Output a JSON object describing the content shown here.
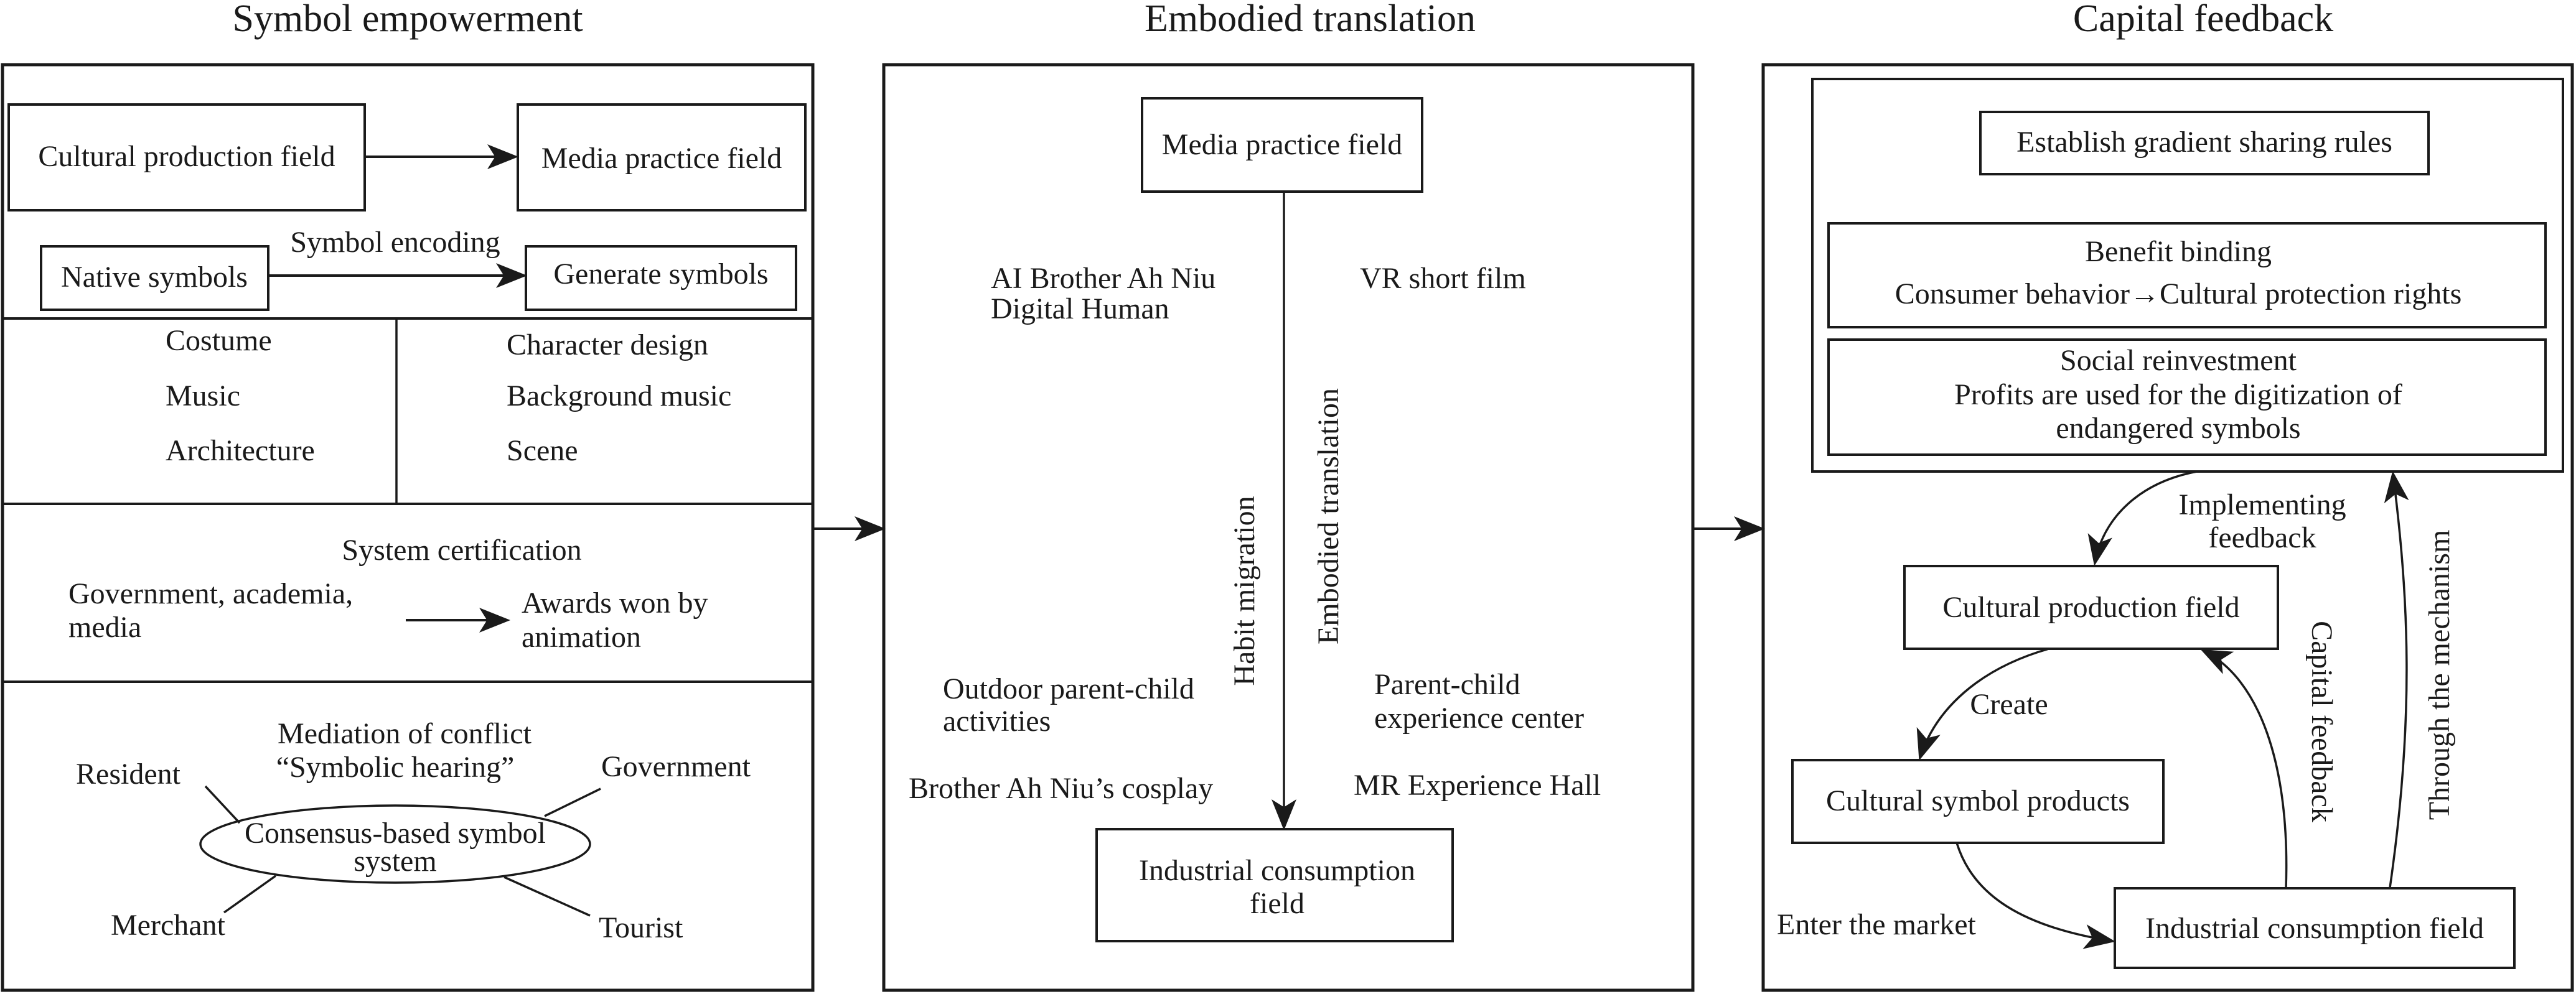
{
  "panels": {
    "symbol_empowerment": {
      "title": "Symbol empowerment",
      "top_flow": {
        "from": "Cultural production field",
        "to": "Media practice field"
      },
      "encoding_flow": {
        "from": "Native symbols",
        "to": "Generate symbols",
        "label": "Symbol encoding"
      },
      "native_items": [
        "Costume",
        "Music",
        "Architecture"
      ],
      "generated_items": [
        "Character design",
        "Background music",
        "Scene"
      ],
      "certification": {
        "title": "System certification",
        "from_lines": [
          "Government, academia,",
          "media"
        ],
        "to_lines": [
          "Awards won by",
          "animation"
        ]
      },
      "consensus": {
        "mediation_lines": [
          "Mediation of conflict",
          "“Symbolic hearing”"
        ],
        "center_lines": [
          "Consensus-based symbol",
          "system"
        ],
        "stakeholders": [
          "Resident",
          "Government",
          "Merchant",
          "Tourist"
        ]
      }
    },
    "embodied_translation": {
      "title": "Embodied translation",
      "source": "Media practice field",
      "target_lines": [
        "Industrial consumption",
        "field"
      ],
      "left_axis_label": "Habit migration",
      "right_axis_label": "Embodied translation",
      "left_items": [
        [
          "AI Brother Ah Niu",
          "Digital Human"
        ],
        [
          "Outdoor parent-child",
          "activities"
        ],
        [
          "Brother Ah Niu’s cosplay"
        ]
      ],
      "right_items": [
        [
          "VR short film"
        ],
        [
          "Parent-child",
          "experience center"
        ],
        [
          "MR Experience Hall"
        ]
      ]
    },
    "capital_feedback": {
      "title": "Capital feedback",
      "mechanism": {
        "rules": "Establish gradient sharing rules",
        "benefit": {
          "title": "Benefit binding",
          "detail": "Consumer behavior→Cultural protection rights"
        },
        "reinvestment": {
          "title": "Social reinvestment",
          "detail_lines": [
            "Profits are used for the digitization of",
            "endangered symbols"
          ]
        }
      },
      "nodes": {
        "production": "Cultural production field",
        "products": "Cultural symbol products",
        "consumption": "Industrial consumption field"
      },
      "edges": {
        "implementing_lines": [
          "Implementing",
          "feedback"
        ],
        "create": "Create",
        "enter_market": "Enter the market",
        "capital_feedback": "Capital feedback",
        "through_mechanism": "Through the mechanism"
      }
    }
  }
}
